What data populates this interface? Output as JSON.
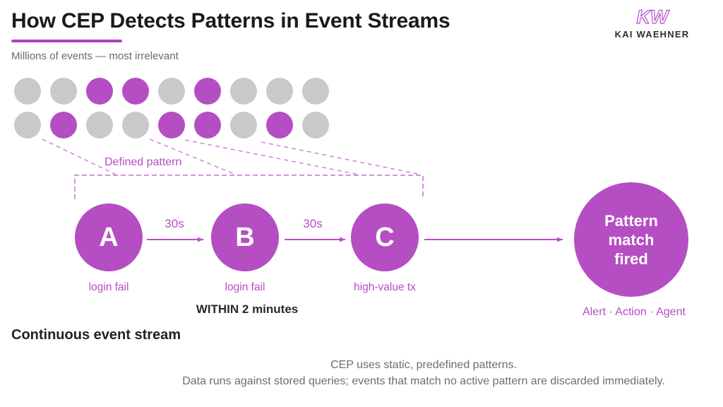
{
  "colors": {
    "accent": "#b54ec3",
    "accent_strong": "#b23fc4",
    "accent_light": "#cd7ad8",
    "dot_gray": "#c9c9c9"
  },
  "header": {
    "title": "How CEP Detects Patterns in Event Streams",
    "subtitle": "Millions of events — most irrelevant",
    "logo": {
      "monogram": "KW",
      "wordmark": "KAI WAEHNER"
    }
  },
  "event_grid": {
    "rows": [
      [
        "gray",
        "gray",
        "purple",
        "purple",
        "gray",
        "purple",
        "gray",
        "gray",
        "gray"
      ],
      [
        "gray",
        "purple",
        "gray",
        "gray",
        "purple",
        "purple",
        "gray",
        "purple",
        "gray"
      ]
    ]
  },
  "pattern": {
    "defined_pattern_label": "Defined pattern",
    "steps": [
      {
        "letter": "A",
        "label": "login fail"
      },
      {
        "letter": "B",
        "label": "login fail"
      },
      {
        "letter": "C",
        "label": "high-value tx"
      }
    ],
    "transitions": [
      {
        "label": "30s"
      },
      {
        "label": "30s"
      }
    ],
    "window_label": "WITHIN 2 minutes"
  },
  "result": {
    "circle_lines": [
      "Pattern",
      "match",
      "fired"
    ],
    "subtitle": "Alert · Action · Agent"
  },
  "stream_label": "Continuous event stream",
  "footer": {
    "line1": "CEP uses static, predefined patterns.",
    "line2": "Data runs against stored queries; events that match no active pattern are discarded immediately."
  }
}
